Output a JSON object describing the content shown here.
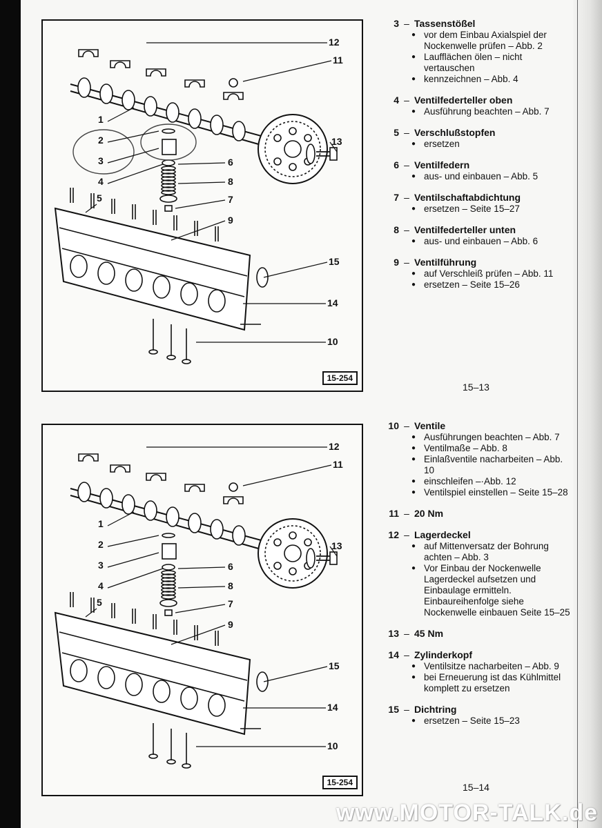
{
  "top_diagram": {
    "figure_label": "15-254",
    "callouts": [
      "1",
      "2",
      "3",
      "4",
      "5",
      "6",
      "7",
      "8",
      "9",
      "10",
      "11",
      "12",
      "13",
      "14",
      "15"
    ]
  },
  "top_list": [
    {
      "num": "3",
      "title": "Tassenstößel",
      "bullets": [
        "vor dem Einbau Axialspiel der Nockenwelle prüfen – Abb. 2",
        "Laufflächen ölen – nicht vertauschen",
        "kennzeichnen – Abb. 4"
      ]
    },
    {
      "num": "4",
      "title": "Ventilfederteller oben",
      "bullets": [
        "Ausführung beachten – Abb. 7"
      ]
    },
    {
      "num": "5",
      "title": "Verschlußstopfen",
      "bullets": [
        "ersetzen"
      ]
    },
    {
      "num": "6",
      "title": "Ventilfedern",
      "bullets": [
        "aus- und einbauen – Abb. 5"
      ]
    },
    {
      "num": "7",
      "title": "Ventilschaftabdichtung",
      "bullets": [
        "ersetzen – Seite 15–27"
      ]
    },
    {
      "num": "8",
      "title": "Ventilfederteller unten",
      "bullets": [
        "aus- und einbauen – Abb. 6"
      ]
    },
    {
      "num": "9",
      "title": "Ventilführung",
      "bullets": [
        "auf Verschleiß prüfen – Abb. 11",
        "ersetzen – Seite 15–26"
      ]
    }
  ],
  "top_page_number": "15–13",
  "bottom_diagram": {
    "figure_label": "15-254",
    "callouts": [
      "1",
      "2",
      "3",
      "4",
      "5",
      "6",
      "7",
      "8",
      "9",
      "10",
      "11",
      "12",
      "13",
      "14",
      "15"
    ]
  },
  "bottom_list": [
    {
      "num": "10",
      "title": "Ventile",
      "bullets": [
        "Ausführungen beachten – Abb. 7",
        "Ventilmaße – Abb. 8",
        "Einlaßventile nacharbeiten – Abb. 10",
        "einschleifen –·Abb. 12",
        "Ventilspiel einstellen – Seite 15–28"
      ]
    },
    {
      "num": "11",
      "title": "20 Nm",
      "bullets": []
    },
    {
      "num": "12",
      "title": "Lagerdeckel",
      "bullets": [
        "auf Mittenversatz der Bohrung achten – Abb. 3",
        "Vor Einbau der Nockenwelle Lagerdeckel aufsetzen und Einbaulage ermitteln. Einbaureihenfolge siehe Nockenwelle einbauen Seite 15–25"
      ]
    },
    {
      "num": "13",
      "title": "45 Nm",
      "bullets": []
    },
    {
      "num": "14",
      "title": "Zylinderkopf",
      "bullets": [
        "Ventilsitze nacharbeiten – Abb. 9",
        "bei Erneuerung ist das Kühlmittel komplett zu ersetzen"
      ]
    },
    {
      "num": "15",
      "title": "Dichtring",
      "bullets": [
        "ersetzen – Seite 15–23"
      ]
    }
  ],
  "bottom_page_number": "15–14",
  "watermark": "www.MOTOR-TALK.de"
}
